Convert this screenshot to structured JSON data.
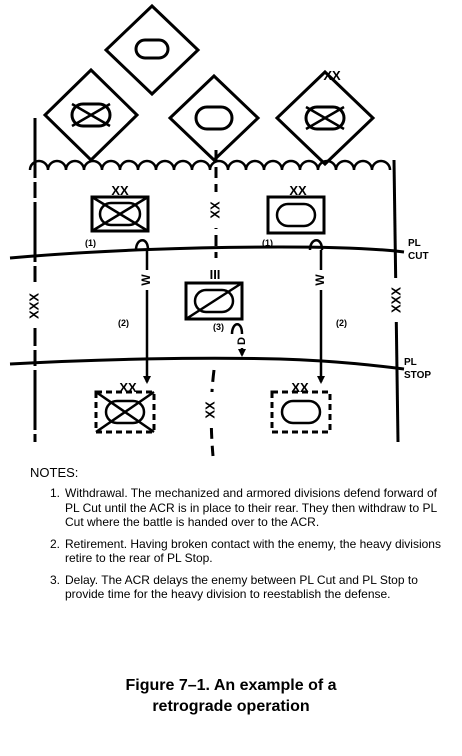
{
  "diagram": {
    "labels": {
      "xx": "XX",
      "xxx": "XXX",
      "pl": "PL",
      "cut": "CUT",
      "stop": "STOP",
      "iii": "III",
      "w": "W",
      "d": "D",
      "step1": "(1)",
      "step2": "(2)",
      "step3": "(3)"
    }
  },
  "notes": {
    "title": "NOTES:",
    "items": [
      {
        "num": "1.",
        "text": "Withdrawal. The mechanized and armored divisions defend forward of PL Cut until the ACR is in place to their rear. They then withdraw to PL Cut where the battle is handed over to the ACR."
      },
      {
        "num": "2.",
        "text": "Retirement. Having broken contact with the enemy, the heavy divisions retire to the rear of PL Stop."
      },
      {
        "num": "3.",
        "text": "Delay. The ACR delays the enemy between PL Cut and PL Stop to provide time for the heavy division to reestablish the defense."
      }
    ]
  },
  "caption": {
    "line1": "Figure 7–1.  An example of a",
    "line2": "retrograde operation"
  }
}
